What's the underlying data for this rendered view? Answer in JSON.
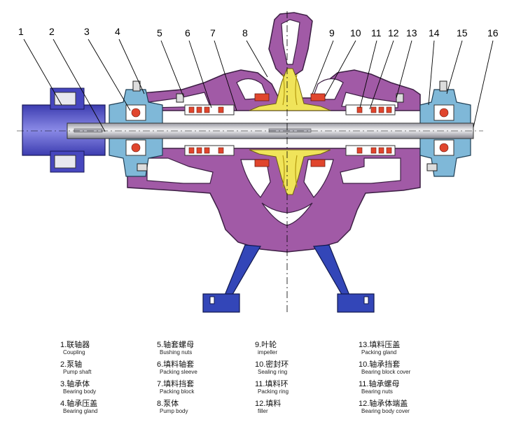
{
  "callout_numbers": [
    "1",
    "2",
    "3",
    "4",
    "5",
    "6",
    "7",
    "8",
    "9",
    "10",
    "11",
    "12",
    "13",
    "14",
    "15",
    "16"
  ],
  "legend": [
    {
      "cn": "1.联轴器",
      "en": "Coupling"
    },
    {
      "cn": "2.泵轴",
      "en": "Pump shaft"
    },
    {
      "cn": "3.轴承体",
      "en": "Bearing body"
    },
    {
      "cn": "4.轴承压盖",
      "en": "Bearing gland"
    },
    {
      "cn": "5.轴套螺母",
      "en": "Bushing nuts"
    },
    {
      "cn": "6.填料轴套",
      "en": "Packing sleeve"
    },
    {
      "cn": "7.填料挡套",
      "en": "Packing block"
    },
    {
      "cn": "8.泵体",
      "en": "Pump body"
    },
    {
      "cn": "9.叶轮",
      "en": "impeller"
    },
    {
      "cn": "10.密封环",
      "en": "Sealing ring"
    },
    {
      "cn": "11.填料环",
      "en": "Packing ring"
    },
    {
      "cn": "12.填料",
      "en": "filler"
    },
    {
      "cn": "13.填料压盖",
      "en": "Packing gland"
    },
    {
      "cn": "10.轴承挡套",
      "en": "Bearing block cover"
    },
    {
      "cn": "11.轴承螺母",
      "en": "Bearing nuts"
    },
    {
      "cn": "12.轴承体端盖",
      "en": "Bearing body cover"
    }
  ],
  "colors": {
    "casing": "#a15aa6",
    "casing_stroke": "#3d1f44",
    "base": "#3346b8",
    "coupling": "#5a5ad0",
    "bearing": "#7fb8d8",
    "shaft": "#c9c9cf",
    "impeller": "#f0e45a",
    "seal": "#e0452d",
    "line": "#000000"
  }
}
